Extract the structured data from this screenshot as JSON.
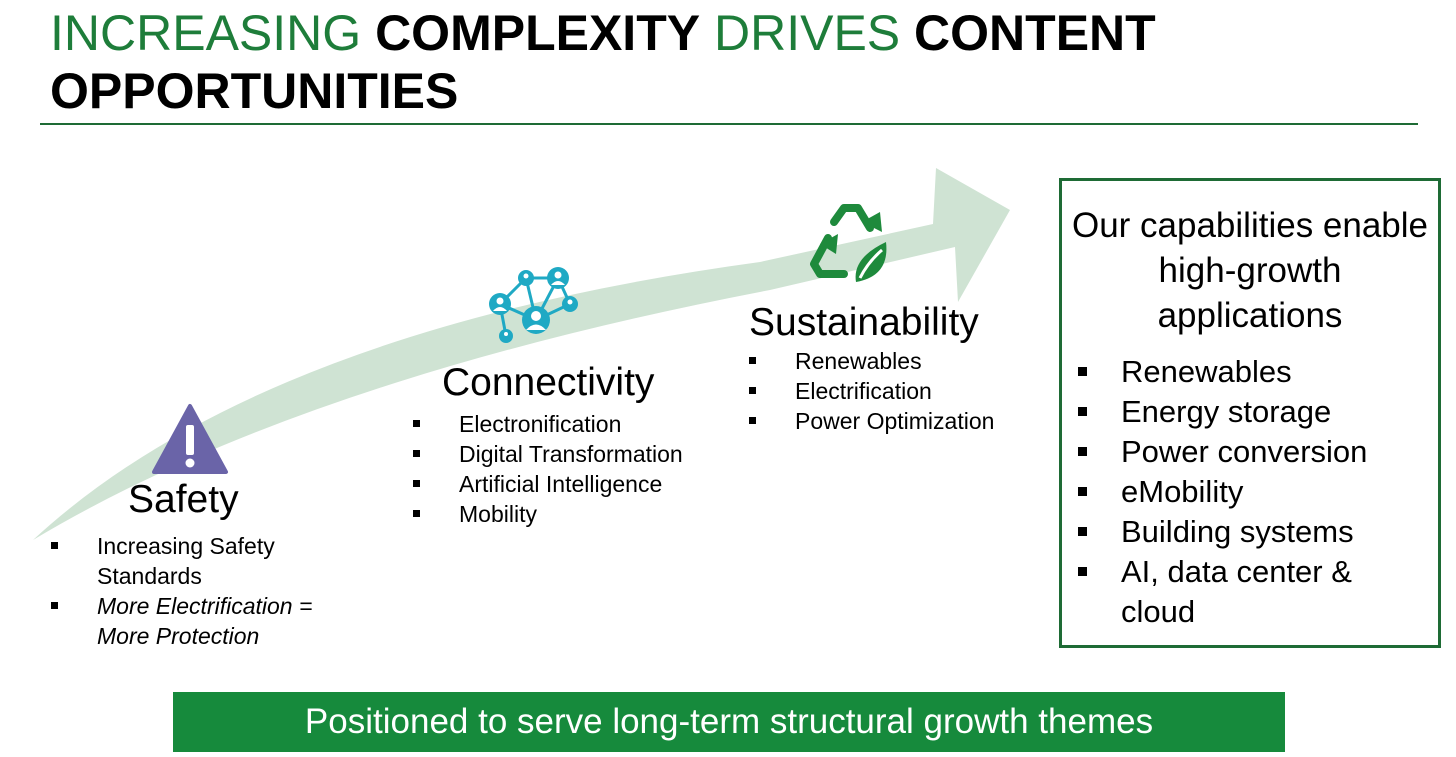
{
  "title": {
    "part1": "INCREASING ",
    "part2": "COMPLEXITY",
    "part3": " DRIVES ",
    "part4": "CONTENT OPPORTUNITIES"
  },
  "themes": {
    "safety": {
      "title": "Safety",
      "icon": "warning-triangle-icon",
      "items": [
        "Increasing Safety Standards",
        "More Electrification = More Protection"
      ]
    },
    "connectivity": {
      "title": "Connectivity",
      "icon": "network-people-icon",
      "items": [
        "Electronification",
        "Digital Transformation",
        "Artificial Intelligence",
        "Mobility"
      ]
    },
    "sustainability": {
      "title": "Sustainability",
      "icon": "recycle-leaf-icon",
      "items": [
        "Renewables",
        "Electrification",
        "Power Optimization"
      ]
    }
  },
  "capabilities": {
    "heading": "Our capabilities enable high-growth applications",
    "items": [
      "Renewables",
      "Energy storage",
      "Power conversion",
      "eMobility",
      "Building systems",
      "AI, data center & cloud"
    ]
  },
  "banner": "Positioned to serve long-term structural growth themes",
  "colors": {
    "green": "#1e7d3a",
    "arrow": "#cfe3d3",
    "banner": "#168a3c",
    "warning": "#6a64a8",
    "network": "#1fa9c4",
    "recycle": "#1e8a3c"
  }
}
